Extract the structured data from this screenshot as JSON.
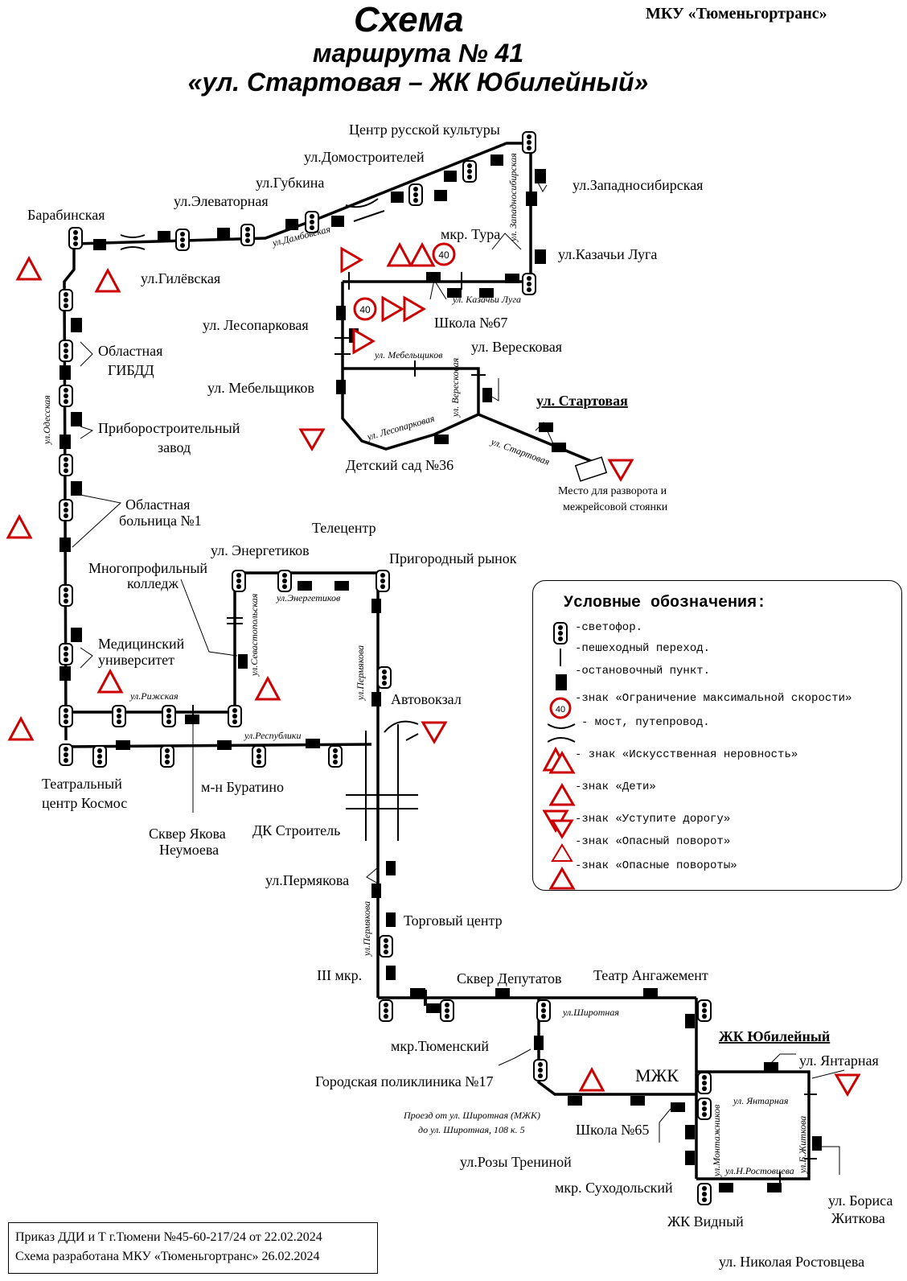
{
  "header": {
    "title": "Схема",
    "subtitle1": "маршрута № 41",
    "subtitle2": "«ул. Стартовая – ЖК Юбилейный»",
    "org": "МКУ «Тюменьгортранс»"
  },
  "footer": {
    "line1": "Приказ ДДИ и Т г.Тюмени №45-60-217/24 от 22.02.2024",
    "line2": "Схема разработана МКУ «Тюменьгортранс» 26.02.2024"
  },
  "legend": {
    "title": "Условные обозначения:",
    "items": [
      "-светофор.",
      "-пешеходный переход.",
      "-остановочный пункт.",
      "-знак «Ограничение максимальной скорости»",
      "- мост, путепровод.",
      "- знак «Искусственная неровность»",
      "-знак «Дети»",
      "-знак «Уступите дорогу»",
      "-знак «Опасный поворот»",
      "-знак «Опасные повороты»"
    ],
    "speed_value": "40"
  },
  "labels": {
    "barabinskaya": "Барабинская",
    "elevatornaya": "ул.Элеваторная",
    "gubkina": "ул.Губкина",
    "domostroiteley": "ул.Домостроителей",
    "tsentr_kultury": "Центр русской культуры",
    "zapadnosibirskaya": "ул.Западносибирская",
    "kazachi_lugi": "ул.Казачьи Луга",
    "mkr_tura": "мкр. Тура",
    "gilevskaya": "ул.Гилёвская",
    "lesoparkovaya": "ул. Лесопарковая",
    "shkola67": "Школа №67",
    "veresk": "ул. Вересковая",
    "mebelshchikov": "ул. Мебельщиков",
    "startovaya": "ул. Стартовая",
    "detsad": "Детский сад №36",
    "razvorot1": "Место для разворота и",
    "razvorot2": "межрейсовой стоянки",
    "gibdd1": "Областная",
    "gibdd2": "ГИБДД",
    "pribor1": "Приборостроительный",
    "pribor2": "завод",
    "bolnitsa1": "Областная",
    "bolnitsa2": "больница №1",
    "energetikov": "ул. Энергетиков",
    "telecentr": "Телецентр",
    "prigorodny": "Пригородный рынок",
    "kolledzh1": "Многопрофильный",
    "kolledzh2": "колледж",
    "meduniver1": "Медицинский",
    "meduniver2": "университет",
    "avtovokzal": "Автовокзал",
    "teatr1": "Театральный",
    "teatr2": "центр Космос",
    "buratino": "м-н Буратино",
    "dk": "ДК Строитель",
    "skver1": "Сквер Якова",
    "skver2": "Неумоева",
    "permyakova": "ул.Пермякова",
    "torgovy": "Торговый центр",
    "mkr3": "III мкр.",
    "skver_dep": "Сквер Депутатов",
    "angazhement": "Театр Ангажемент",
    "tyumensky": "мкр.Тюменский",
    "poliklinika": "Городская поликлиника №17",
    "jubileyny": "ЖК Юбилейный",
    "mzhk": "МЖК",
    "yantarnaya": "ул. Янтарная",
    "proezd1": "Проезд от ул. Широтная (МЖК)",
    "proezd2": "до ул. Широтная, 108 к. 5",
    "shkola65": "Школа №65",
    "rozy": "ул.Розы Трениной",
    "suhodolsky": "мкр. Суходольский",
    "vidny": "ЖК Видный",
    "zhitkova1": "ул. Бориса",
    "zhitkova2": "Житкова",
    "rostovtseva": "ул. Николая Ростовцева"
  },
  "streets": {
    "dambovskaya": "ул.Дамбовская",
    "zapadnosib": "ул. Западносибирская",
    "kazachi": "ул. Казачьи Луга",
    "mebel": "ул. Мебельщиков",
    "vereskovaya": "ул. Вересковая",
    "lesopark": "ул. Лесопарковая",
    "startovaya": "ул. Стартовая",
    "odesskaya": "ул.Одесская",
    "energetikov": "ул.Энергетиков",
    "sevastopolskaya": "ул.Севастопольская",
    "permyakova1": "ул.Пермякова",
    "rizhskaya": "ул.Рижская",
    "respubliki": "ул.Республики",
    "permyakova2": "ул.Пермякова",
    "shirotnaya": "ул.Широтная",
    "yantarnaya": "ул. Янтарная",
    "montazhnikov": "ул.Монтажников",
    "zhitkova": "ул.Б.Житкова",
    "rostovtseva": "ул.Н.Ростовцева"
  },
  "colors": {
    "sign_red": "#cc0000",
    "route": "#000000"
  }
}
